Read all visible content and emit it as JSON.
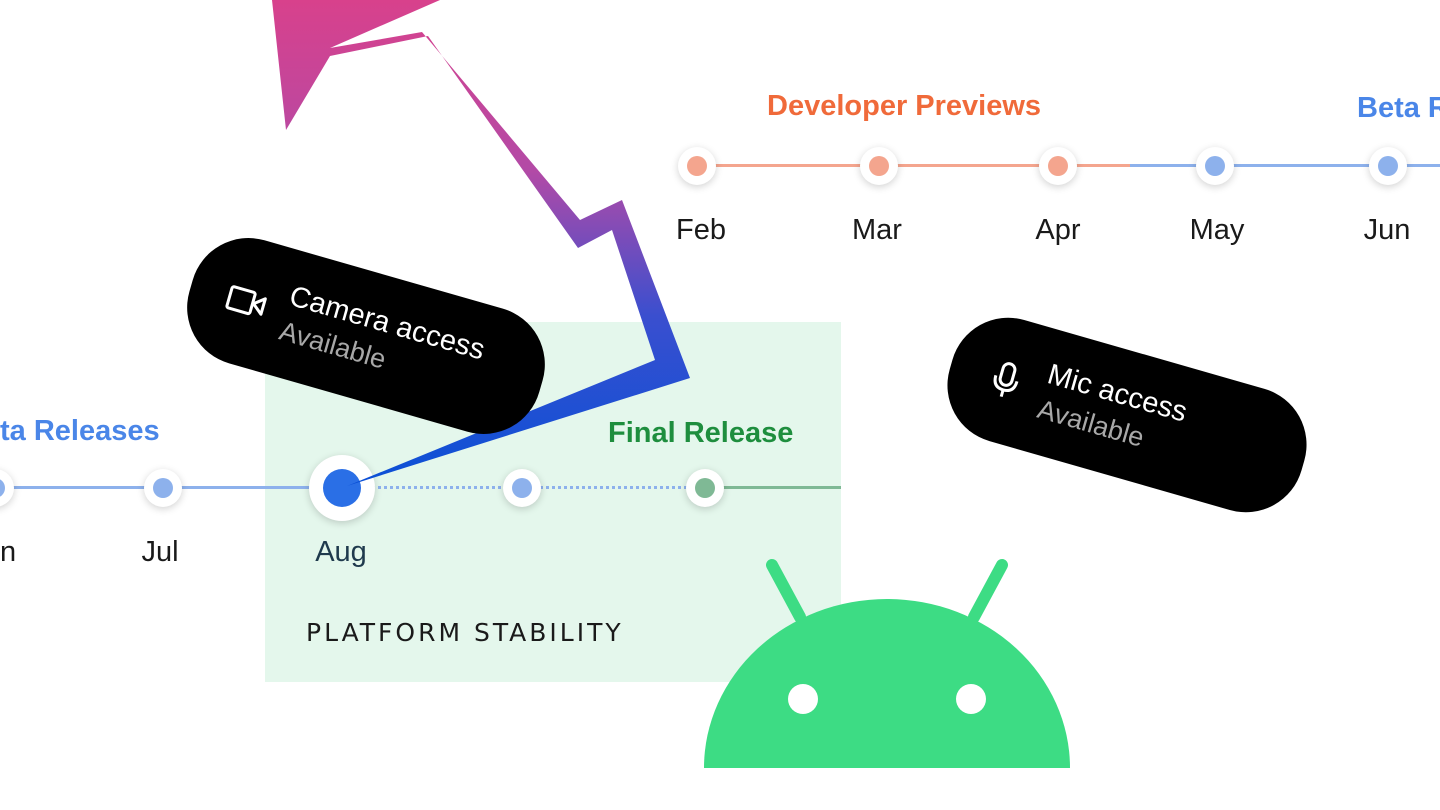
{
  "timeline_top": {
    "phase_label": "Developer Previews",
    "phase_label_beta": "Beta R",
    "months": [
      "Feb",
      "Mar",
      "Apr",
      "May",
      "Jun"
    ]
  },
  "timeline_bottom": {
    "phase_label_beta": "ta Releases",
    "phase_label_final": "Final Release",
    "months": [
      "n",
      "Jul",
      "Aug"
    ],
    "stability_label": "PLATFORM STABILITY"
  },
  "chips": {
    "camera": {
      "title": "Camera access",
      "status": "Available",
      "icon": "video-camera-icon"
    },
    "mic": {
      "title": "Mic access",
      "status": "Available",
      "icon": "microphone-icon"
    }
  },
  "colors": {
    "preview": "#f06a3a",
    "preview_light": "#f4a58e",
    "beta": "#4a86e8",
    "beta_light": "#8db1ec",
    "final": "#1e8e3e",
    "final_light": "#7fb995",
    "current": "#2a6fe6",
    "android_green": "#3ddc84",
    "stability_bg": "#e4f7ec"
  },
  "decorations": {
    "android_logo": "android-robot-icon",
    "lightning": "lightning-bolt-icon"
  }
}
